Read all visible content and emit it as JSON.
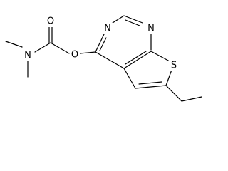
{
  "molecule": {
    "atoms": {
      "O_carbonyl": "O",
      "N_amine": "N",
      "O_ester": "O",
      "N_ring_top": "N",
      "N_ring_right": "N",
      "S_ring": "S"
    }
  },
  "colors": {
    "bond": "#000000",
    "label": "#000000",
    "background": "#ffffff"
  }
}
